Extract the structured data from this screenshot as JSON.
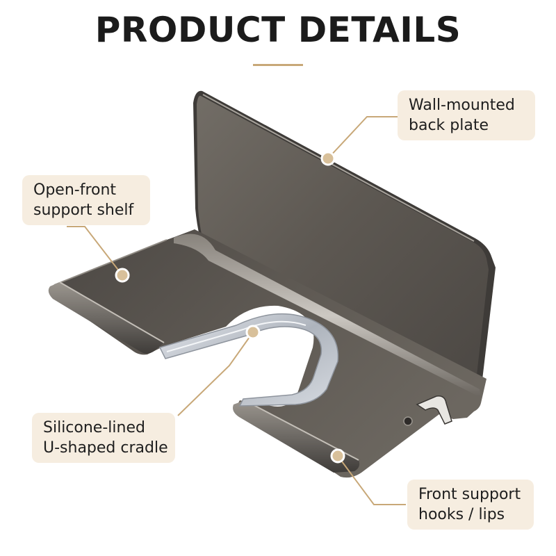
{
  "header": {
    "title": "PRODUCT DETAILS"
  },
  "callouts": {
    "back_plate": {
      "line1": "Wall-mounted",
      "line2": "back plate"
    },
    "shelf": {
      "line1": "Open-front",
      "line2": "support shelf"
    },
    "cradle": {
      "line1": "Silicone-lined",
      "line2": "U-shaped cradle"
    },
    "hooks": {
      "line1": "Front support",
      "line2": "hooks / lips"
    }
  },
  "colors": {
    "accent": "#c8a878",
    "callout_bg": "#f6ede0",
    "metal": "#5e5953",
    "silicone": "#b9bec6"
  }
}
